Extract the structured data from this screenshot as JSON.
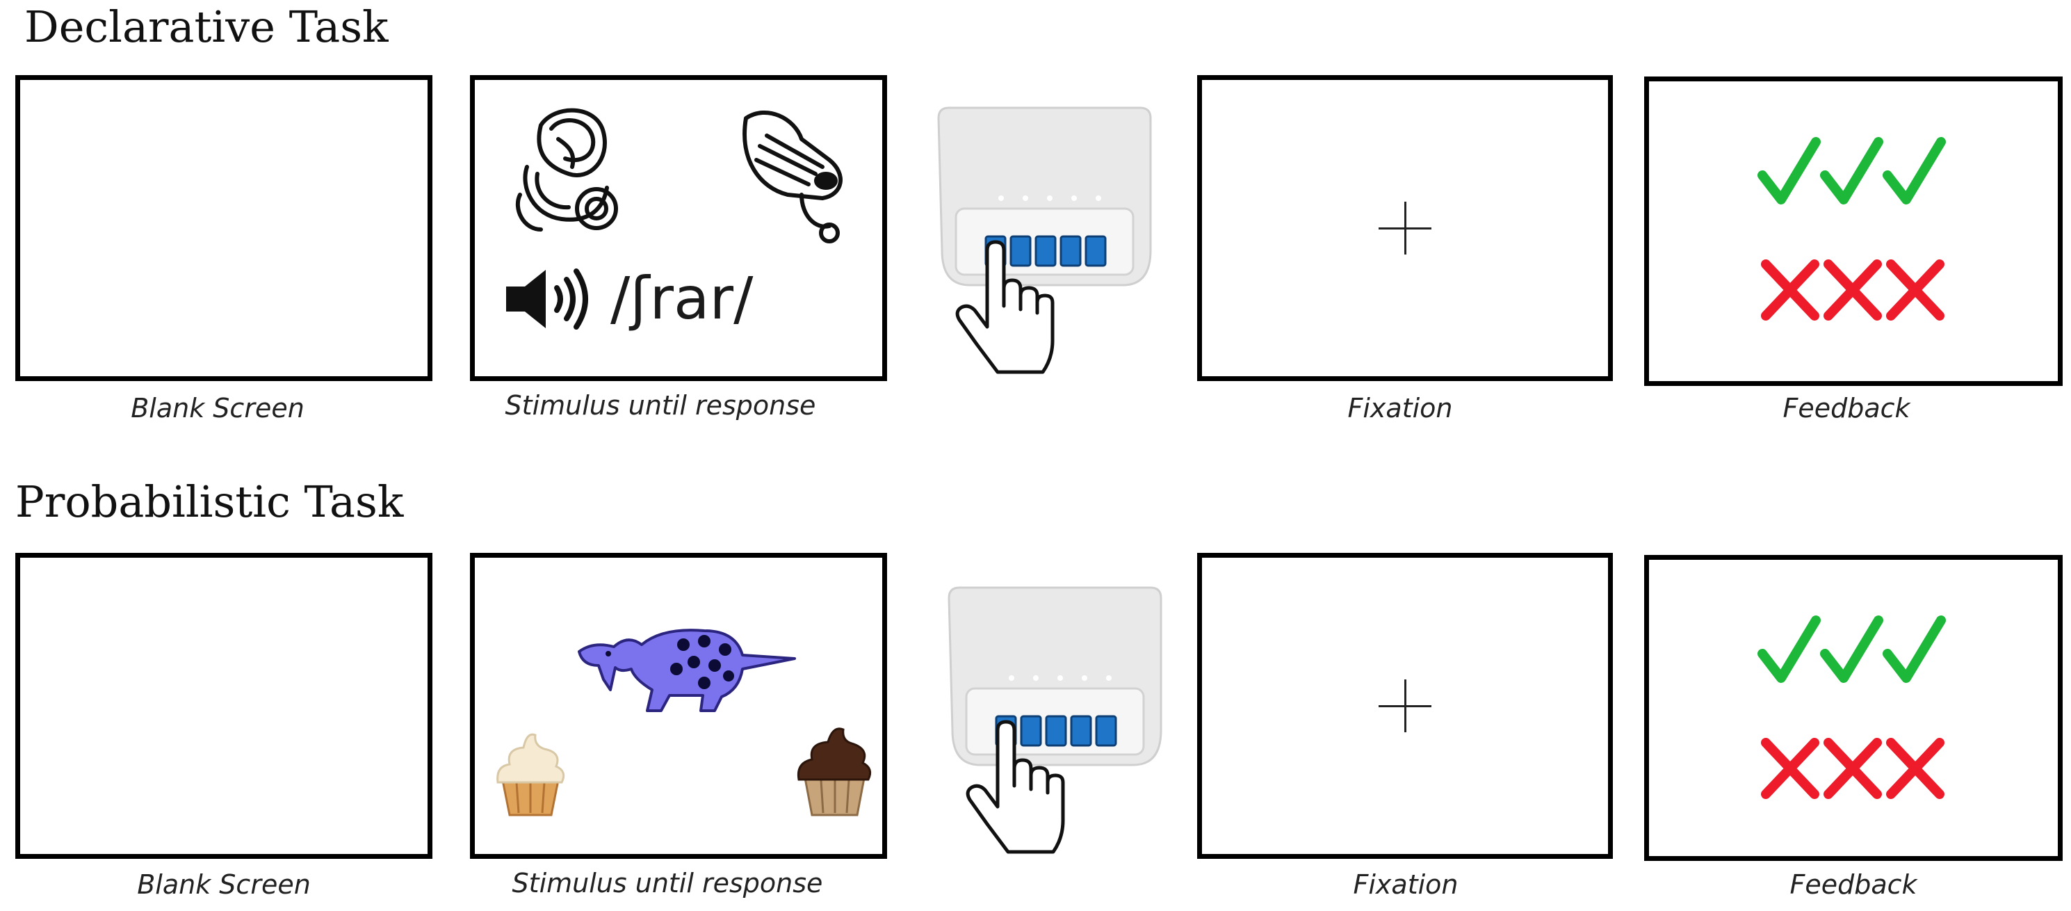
{
  "rows": [
    {
      "title": "Declarative Task",
      "captions": {
        "blank": "Blank Screen",
        "stimulus": "Stimulus until response",
        "fixation": "Fixation",
        "feedback": "Feedback"
      },
      "stimulus": {
        "pseudoword": "/ʃrar/",
        "icons": [
          "novel-object-icon",
          "novel-object-icon",
          "speaker-icon"
        ]
      }
    },
    {
      "title": "Probabilistic Task",
      "captions": {
        "blank": "Blank Screen",
        "stimulus": "Stimulus until response",
        "fixation": "Fixation",
        "feedback": "Feedback"
      },
      "stimulus": {
        "icons": [
          "novel-creature-icon",
          "vanilla-cupcake-icon",
          "chocolate-cupcake-icon"
        ]
      }
    }
  ],
  "response": {
    "icons": [
      "button-box-icon",
      "pointing-hand-icon"
    ],
    "button_count": 5
  },
  "feedback": {
    "correct_marks": 3,
    "incorrect_marks": 3,
    "correct_color": "#1db83a",
    "incorrect_color": "#ee1c2a"
  },
  "colors": {
    "frame": "#000000",
    "button": "#1f76c8",
    "creature": "#7b72ee"
  }
}
